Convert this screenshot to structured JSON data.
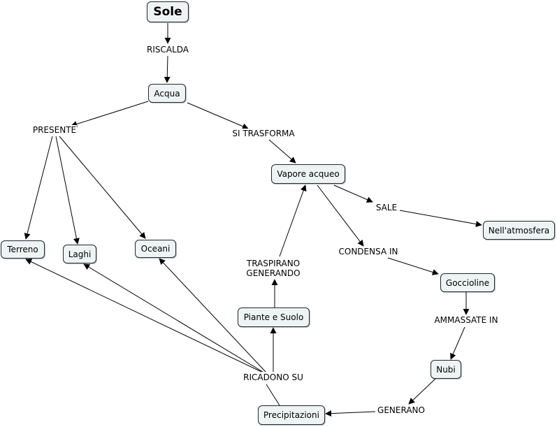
{
  "concepts": {
    "sole": "Sole",
    "acqua": "Acqua",
    "vapore": "Vapore acqueo",
    "terreno": "Terreno",
    "laghi": "Laghi",
    "oceani": "Oceani",
    "atmosfera": "Nell'atmosfera",
    "goccioline": "Goccioline",
    "piante": "Piante e Suolo",
    "nubi": "Nubi",
    "precipitazioni": "Precipitazioni"
  },
  "linking_phrases": {
    "riscalda": "RISCALDA",
    "presente": "PRESENTE",
    "si_trasforma": "SI TRASFORMA",
    "sale": "SALE",
    "condensa_in": "CONDENSA IN",
    "traspirano_1": "TRASPIRANO",
    "traspirano_2": "GENERANDO",
    "ammassate_in": "AMMASSATE IN",
    "ricadono_su": "RICADONO SU",
    "generano": "GENERANO"
  }
}
